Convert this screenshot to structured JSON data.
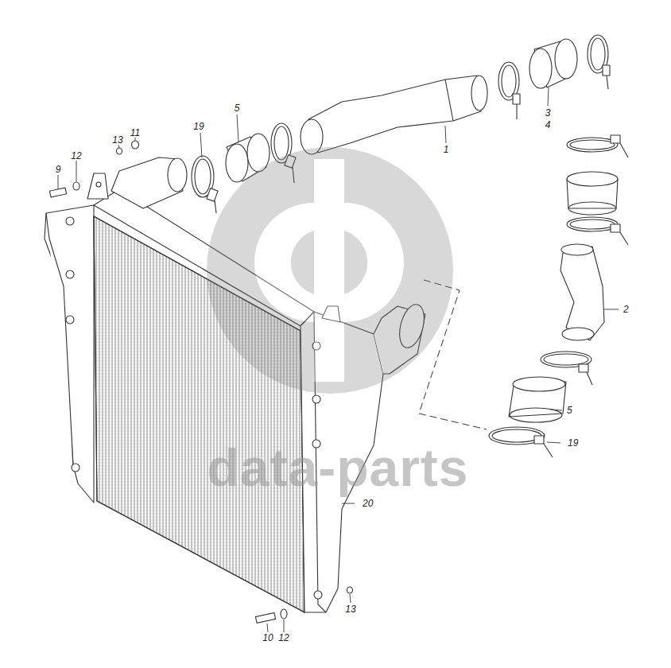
{
  "diagram": {
    "labels": [
      "5",
      "19",
      "13",
      "11",
      "12",
      "9",
      "1",
      "3",
      "4",
      "2",
      "5",
      "19",
      "20",
      "13",
      "10",
      "12",
      "data-parts"
    ]
  }
}
